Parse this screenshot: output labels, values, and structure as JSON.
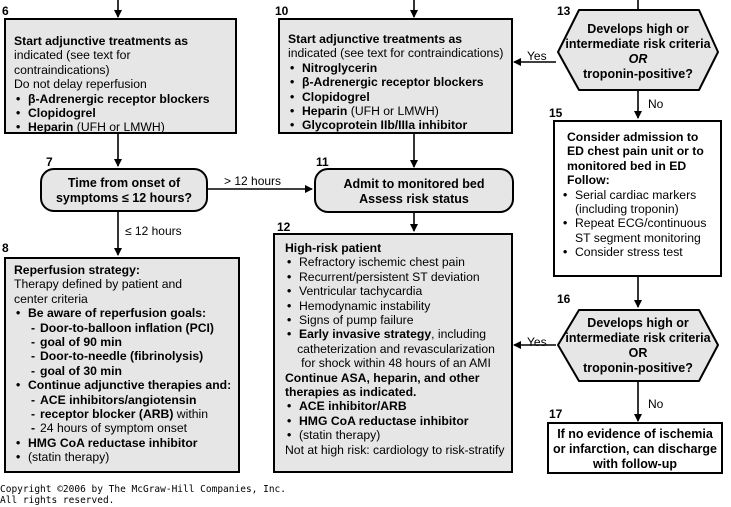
{
  "steps": {
    "n6": "6",
    "n7": "7",
    "n8": "8",
    "n10": "10",
    "n11": "11",
    "n12": "12",
    "n13": "13",
    "n15": "15",
    "n16": "16",
    "n17": "17"
  },
  "box6": {
    "title": "Start adjunctive treatments as",
    "line2": "indicated (see text for contraindications)",
    "line3": "Do not delay reperfusion",
    "items": [
      "β-Adrenergic receptor blockers",
      "Clopidogrel"
    ],
    "heparin_bold": "Heparin",
    "heparin_rest": " (UFH or LMWH)"
  },
  "box10": {
    "title": "Start adjunctive treatments as",
    "line2": "indicated (see text for contraindications)",
    "items": [
      "Nitroglycerin",
      "β-Adrenergic receptor blockers",
      "Clopidogrel"
    ],
    "heparin_bold": "Heparin",
    "heparin_rest": " (UFH or LMWH)",
    "last": "Glycoprotein IIb/IIIa inhibitor"
  },
  "box13": {
    "l1": "Develops high or",
    "l2": "intermediate risk criteria",
    "l3": "OR",
    "l4": "troponin-positive?"
  },
  "box7": {
    "l1": "Time from onset of",
    "l2": "symptoms ≤ 12 hours?"
  },
  "box11": {
    "l1": "Admit to monitored bed",
    "l2": "Assess risk status"
  },
  "box15": {
    "l1": "Consider admission to",
    "l2": "ED chest pain unit or to",
    "l3": "monitored  bed in ED",
    "l4": "Follow:",
    "items": [
      "Serial cardiac markers (including troponin)",
      "Repeat ECG/continuous ST segment monitoring",
      "Consider stress test"
    ]
  },
  "box8": {
    "title": "Reperfusion strategy:",
    "line2": "Therapy defined by patient and",
    "line3": "center criteria",
    "goals": "Be aware of reperfusion goals:",
    "pci1": "Door-to-balloon inflation (PCI)",
    "pci2": "goal of 90 min",
    "fib1": "Door-to-needle (fibrinolysis)",
    "fib2": "goal of 30 min",
    "cont": "Continue adjunctive therapies and:",
    "ace1": "ACE inhibitors/angiotensin",
    "ace2": "receptor blocker (ARB)",
    "ace2_rest": " within",
    "ace3": "24 hours of symptom onset",
    "hmg": "HMG CoA reductase inhibitor",
    "hmg2": "(statin therapy)"
  },
  "box12": {
    "title": "High-risk patient",
    "items": [
      "Refractory ischemic chest pain",
      "Recurrent/persistent ST deviation",
      "Ventricular tachycardia",
      "Hemodynamic instability",
      "Signs of pump failure"
    ],
    "early_bold": "Early invasive strategy",
    "early_rest": ", including",
    "early2": "catheterization and revascularization",
    "early3": "for shock within 48 hours of an AMI",
    "cont1": "Continue ASA, heparin, and other",
    "cont2": "therapies as indicated.",
    "ace": "ACE inhibitor/ARB",
    "hmg": "HMG CoA reductase inhibitor",
    "hmg2": "(statin therapy)",
    "last": "Not at high risk: cardiology to risk-stratify"
  },
  "box16": {
    "l1": "Develops high or",
    "l2": "intermediate risk criteria",
    "l3": "OR",
    "l4": "troponin-positive?"
  },
  "box17": {
    "l1": "If no evidence of ischemia",
    "l2": "or infarction, can discharge",
    "l3": "with follow-up"
  },
  "labels": {
    "gt12": "> 12 hours",
    "le12": "≤ 12 hours",
    "yes13": "Yes",
    "no13": "No",
    "yes16": "Yes",
    "no16": "No"
  },
  "footer": {
    "l1": "Copyright ©2006 by The McGraw-Hill Companies, Inc.",
    "l2": "All rights reserved."
  }
}
